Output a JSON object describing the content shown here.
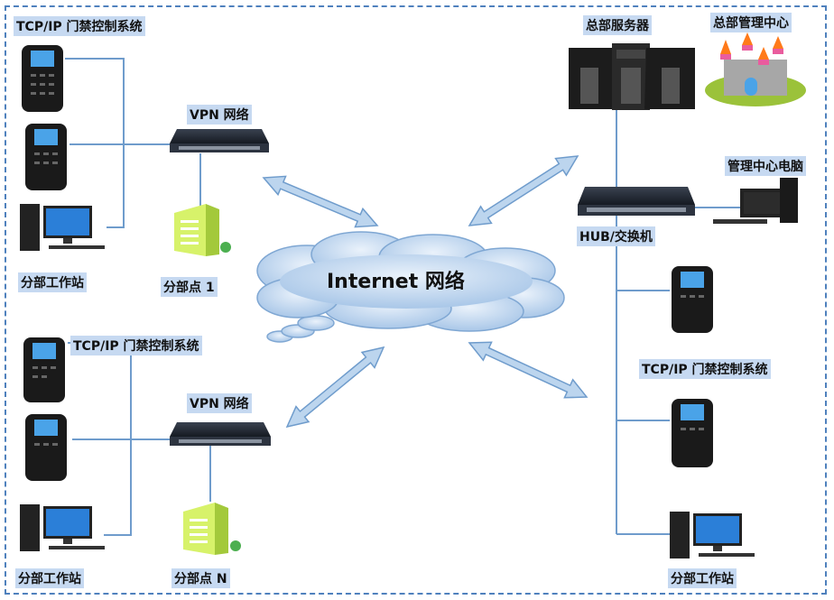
{
  "labels": {
    "access_left_top": "TCP/IP 门禁控制系统",
    "vpn_top": "VPN 网络",
    "workstation_left_top": "分部工作站",
    "branch_1": "分部点 1",
    "access_left_bottom": "TCP/IP 门禁控制系统",
    "vpn_bottom": "VPN 网络",
    "workstation_left_bottom": "分部工作站",
    "branch_n": "分部点 N",
    "hq_server": "总部服务器",
    "hq_center": "总部管理中心",
    "mgmt_pc": "管理中心电脑",
    "hub": "HUB/交换机",
    "access_right": "TCP/IP 门禁控制系统",
    "workstation_right": "分部工作站",
    "internet": "Internet 网络"
  },
  "colors": {
    "label_bg": "#c6d9f1",
    "line": "#6f9ccc",
    "border": "#4f81bd",
    "cloud": "#c9dcf0"
  }
}
